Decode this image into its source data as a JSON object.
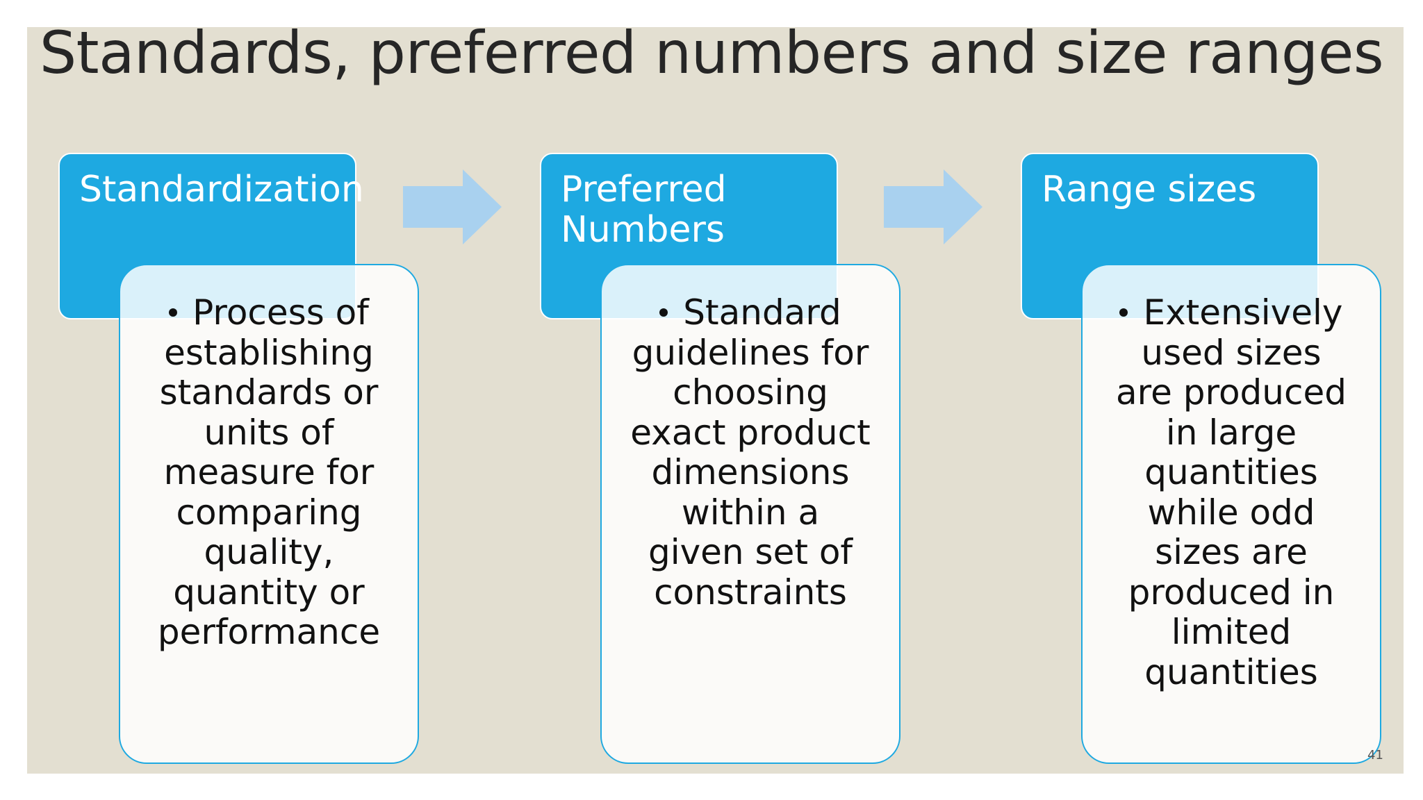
{
  "slide": {
    "title": "Standards, preferred numbers and size ranges",
    "slide_number": "41",
    "colors": {
      "background": "#e3dfd1",
      "accent": "#1ea9e1",
      "arrow": "#a9d1ef"
    },
    "steps": [
      {
        "heading": "Standardization",
        "bullet": "Process of establishing standards or units of measure for comparing quality, quantity or performance"
      },
      {
        "heading": "Preferred Numbers",
        "bullet": "Standard guidelines for choosing exact product dimensions within a given set of constraints"
      },
      {
        "heading": "Range sizes",
        "bullet": "Extensively used sizes are produced in large quantities while odd sizes are produced in limited quantities"
      }
    ]
  }
}
